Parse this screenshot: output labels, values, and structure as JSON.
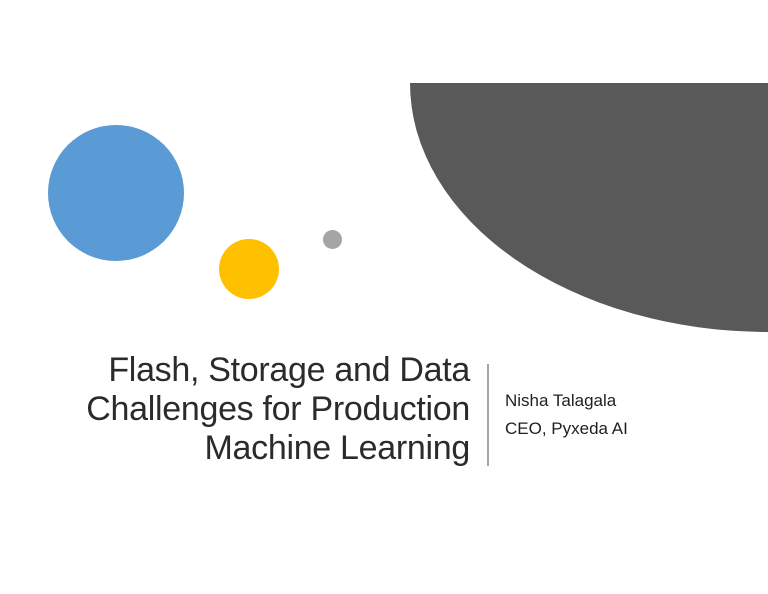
{
  "slide": {
    "title": "Flash, Storage and Data\nChallenges for Production\nMachine Learning",
    "speaker": {
      "name": "Nisha Talagala",
      "role": "CEO, Pyxeda AI"
    },
    "decorations": {
      "blue_circle_color": "#5B9BD5",
      "yellow_circle_color": "#FFC000",
      "small_gray_circle_color": "#A5A5A5",
      "quarter_shape_color": "#595959",
      "divider_color": "#A6A6A6",
      "title_text_color": "#2B2B2B"
    }
  }
}
